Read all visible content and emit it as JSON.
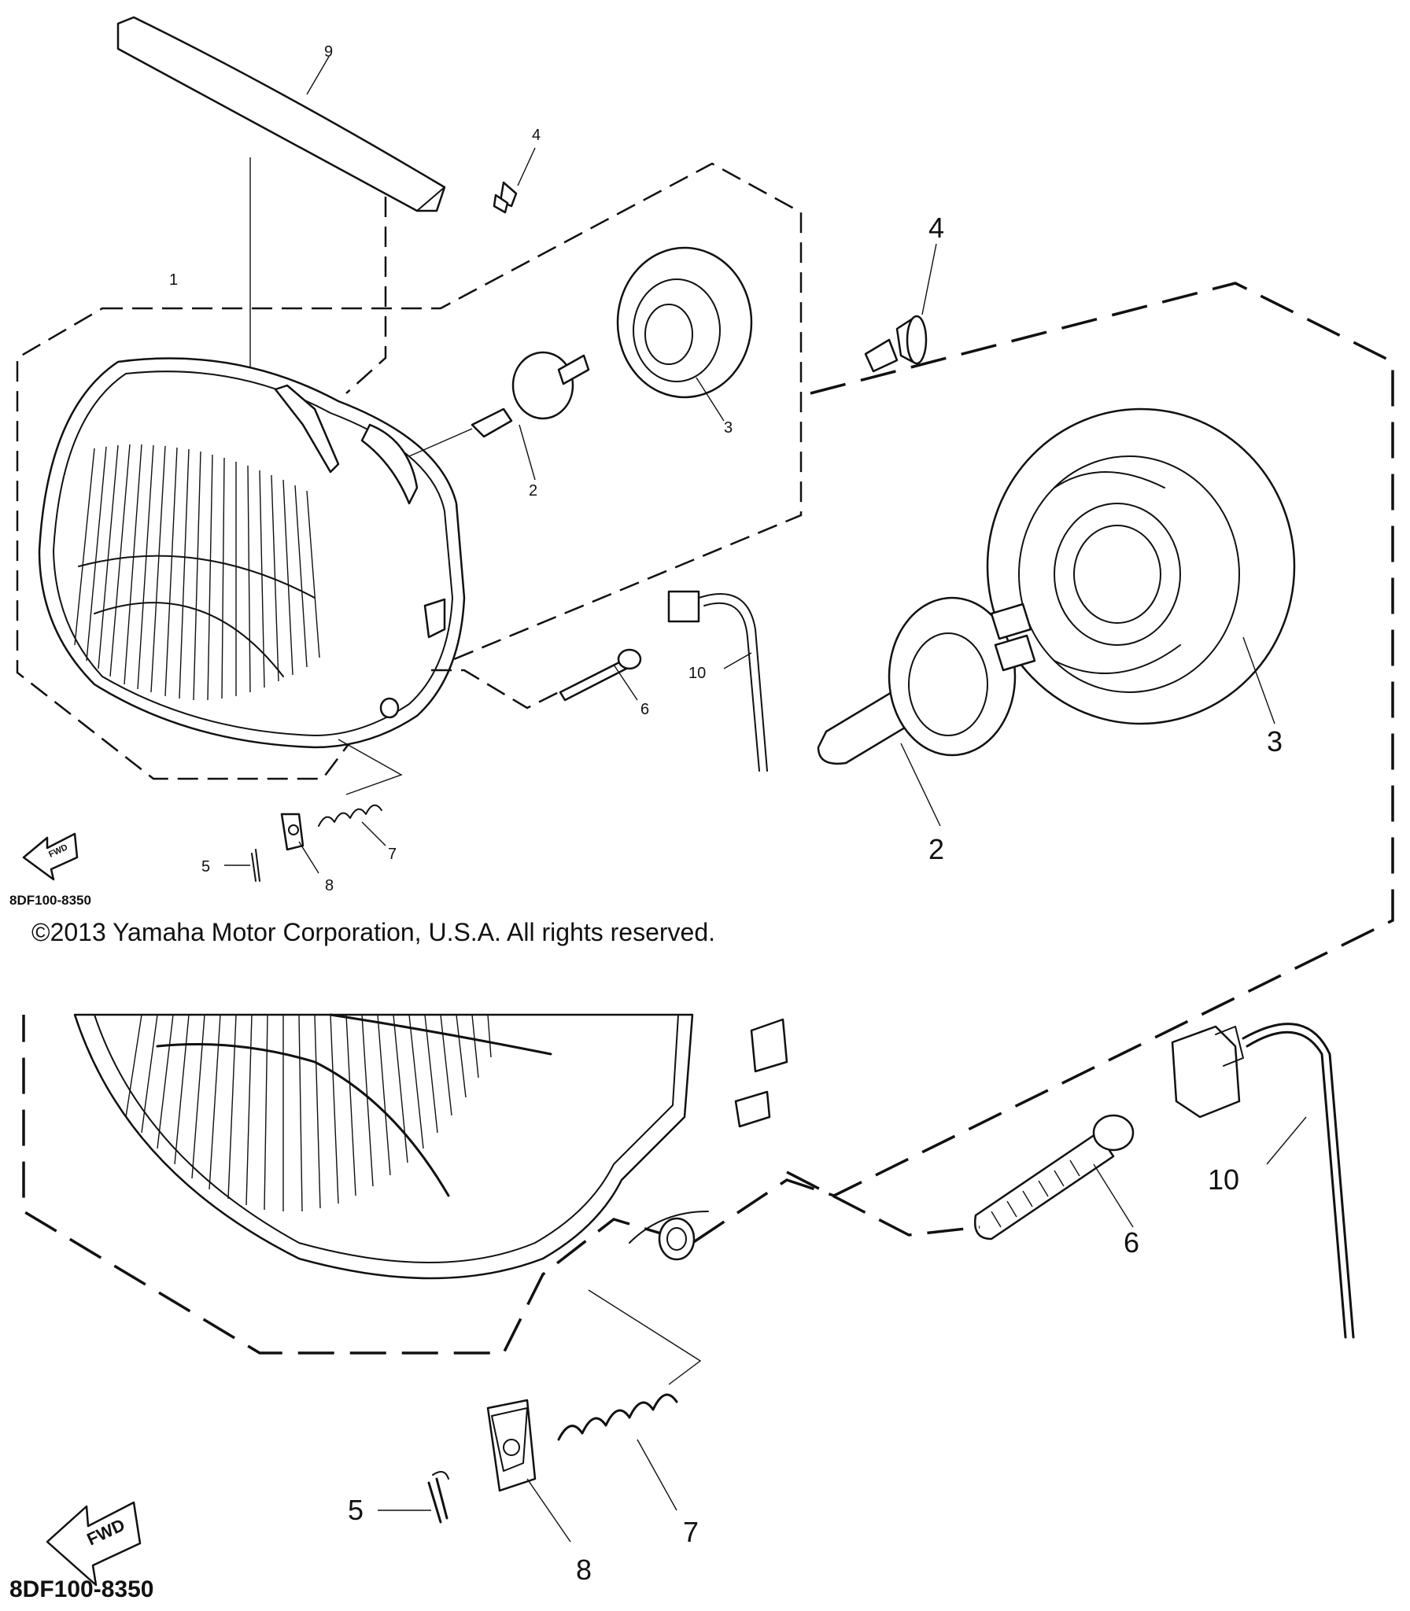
{
  "diagram": {
    "copyright": "©2013 Yamaha Motor Corporation, U.S.A. All rights reserved.",
    "diagram_code": "8DF100-8350",
    "forward_label": "FWD",
    "callouts": [
      "1",
      "2",
      "3",
      "4",
      "5",
      "6",
      "7",
      "8",
      "9",
      "10"
    ]
  }
}
